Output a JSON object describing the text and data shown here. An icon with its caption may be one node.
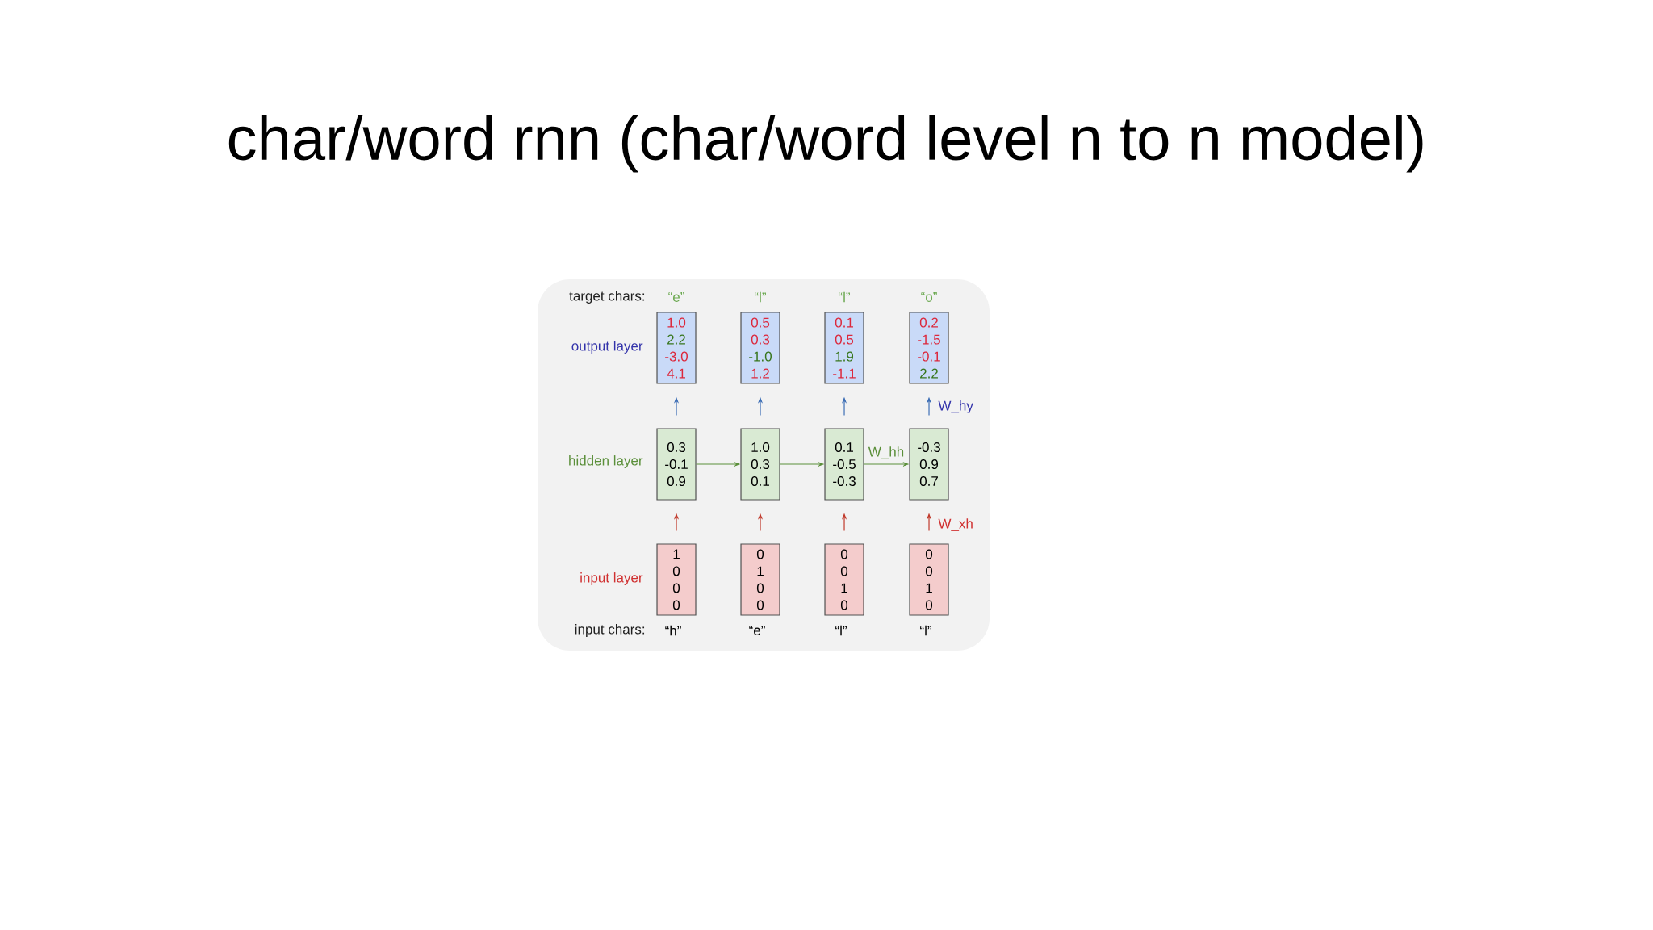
{
  "diagram": {
    "title": "char/word rnn (char/word level n to n model)",
    "nodes": [
      {
        "text": [
          "1.0",
          "2.2",
          "-3.0",
          "4.1"
        ],
        "beside": [
          "“e”"
        ]
      },
      {
        "text": [
          "0.5",
          "0.3",
          "-1.0",
          "1.2"
        ],
        "beside": [
          "“l”"
        ]
      },
      {
        "text": [
          "0.1",
          "0.5",
          "1.9",
          "-1.1"
        ],
        "beside": [
          "“l”"
        ]
      },
      {
        "text": [
          "0.2",
          "-1.5",
          "-0.1",
          "2.2"
        ],
        "beside": [
          "“o”"
        ]
      },
      {
        "text": [
          "0.3",
          "-0.1",
          "0.9"
        ]
      },
      {
        "text": [
          "1.0",
          "0.3",
          "0.1"
        ]
      },
      {
        "text": [
          "0.1",
          "-0.5",
          "-0.3"
        ]
      },
      {
        "text": [
          "-0.3",
          "0.9",
          "0.7"
        ]
      },
      {
        "text": [
          "1",
          "0",
          "0",
          "0"
        ],
        "beside": [
          "“h”"
        ]
      },
      {
        "text": [
          "0",
          "1",
          "0",
          "0"
        ],
        "beside": [
          "“e”"
        ]
      },
      {
        "text": [
          "0",
          "0",
          "1",
          "0"
        ],
        "beside": [
          "“l”"
        ]
      },
      {
        "text": [
          "0",
          "0",
          "1",
          "0"
        ],
        "beside": [
          "“l”"
        ]
      }
    ],
    "edges": [
      {
        "from": 8,
        "to": 4,
        "arrow": "to",
        "color": "#c0392b"
      },
      {
        "from": 9,
        "to": 5,
        "arrow": "to",
        "color": "#c0392b"
      },
      {
        "from": 10,
        "to": 6,
        "arrow": "to",
        "color": "#c0392b"
      },
      {
        "from": 11,
        "to": 7,
        "arrow": "to",
        "color": "#c0392b",
        "label": "W_xh"
      },
      {
        "from": 4,
        "to": 0,
        "arrow": "to",
        "color": "#3d6eb5"
      },
      {
        "from": 5,
        "to": 1,
        "arrow": "to",
        "color": "#3d6eb5"
      },
      {
        "from": 6,
        "to": 2,
        "arrow": "to",
        "color": "#3d6eb5"
      },
      {
        "from": 7,
        "to": 3,
        "arrow": "to",
        "color": "#3d6eb5",
        "label": "W_hy"
      },
      {
        "from": 4,
        "to": 5,
        "arrow": "to",
        "color": "#5b8f3a"
      },
      {
        "from": 5,
        "to": 6,
        "arrow": "to",
        "color": "#5b8f3a"
      },
      {
        "from": 6,
        "to": 7,
        "arrow": "to",
        "color": "#5b8f3a",
        "label": "W_hh"
      }
    ],
    "labels": [
      "target chars:",
      "output layer",
      "hidden layer",
      "input layer",
      "input chars:"
    ]
  }
}
